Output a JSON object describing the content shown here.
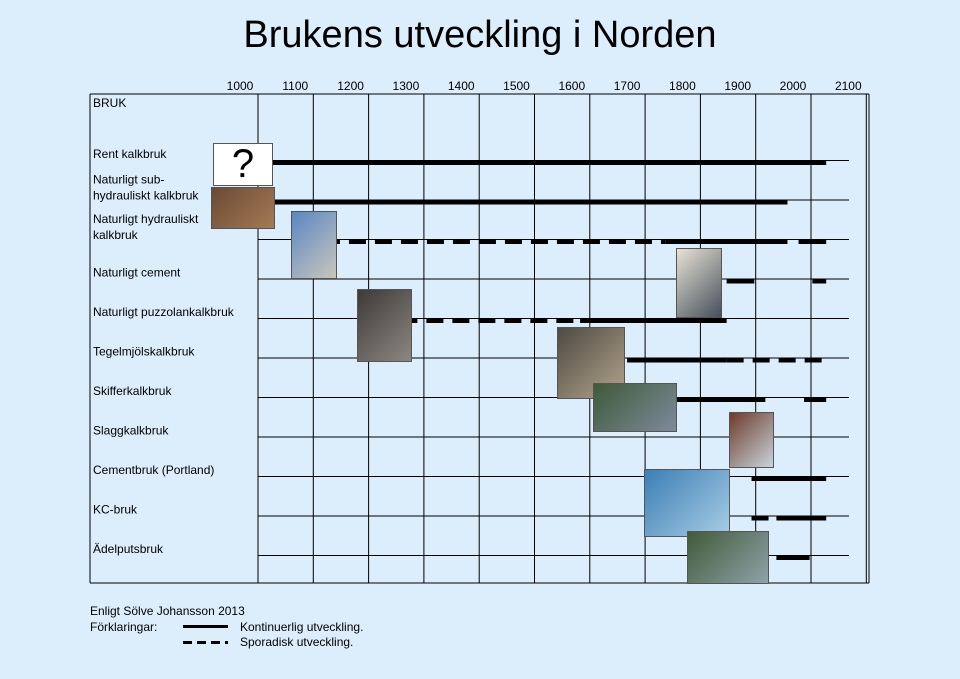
{
  "chart_data": {
    "type": "timeline",
    "title": "Brukens utveckling i Norden",
    "column_header": "BRUK",
    "years": [
      1000,
      1100,
      1200,
      1300,
      1400,
      1500,
      1600,
      1700,
      1800,
      1900,
      2000,
      2100
    ],
    "rows": [
      {
        "label": [
          "Rent kalkbruk"
        ],
        "segments": [
          {
            "from": 1020,
            "to": 2060,
            "style": "solid"
          }
        ]
      },
      {
        "label": [
          "Naturligt sub-",
          "hydrauliskt kalkbruk"
        ],
        "segments": [
          {
            "from": 1020,
            "to": 1990,
            "style": "solid"
          }
        ]
      },
      {
        "label": [
          "Naturligt hydrauliskt",
          "kalkbruk"
        ],
        "segments": [
          {
            "from": 1150,
            "to": 1770,
            "style": "dashed"
          },
          {
            "from": 1770,
            "to": 1990,
            "style": "solid"
          },
          {
            "from": 2010,
            "to": 2060,
            "style": "solid"
          }
        ]
      },
      {
        "label": [
          "Naturligt cement"
        ],
        "segments": [
          {
            "from": 1880,
            "to": 1930,
            "style": "solid"
          },
          {
            "from": 2035,
            "to": 2060,
            "style": "solid"
          }
        ]
      },
      {
        "label": [
          "Naturligt puzzolankalkbruk"
        ],
        "segments": [
          {
            "from": 1290,
            "to": 1615,
            "style": "dashed"
          },
          {
            "from": 1615,
            "to": 1880,
            "style": "solid"
          }
        ]
      },
      {
        "label": [
          "Tegelmjölskalkbruk"
        ],
        "segments": [
          {
            "from": 1700,
            "to": 1880,
            "style": "solid"
          },
          {
            "from": 1880,
            "to": 2060,
            "style": "dashed"
          }
        ]
      },
      {
        "label": [
          "Skifferkalkbruk"
        ],
        "segments": [
          {
            "from": 1790,
            "to": 1950,
            "style": "solid"
          },
          {
            "from": 2020,
            "to": 2060,
            "style": "solid"
          }
        ]
      },
      {
        "label": [
          "Slaggkalkbruk"
        ],
        "segments": []
      },
      {
        "label": [
          "Cementbruk (Portland)"
        ],
        "segments": [
          {
            "from": 1925,
            "to": 2060,
            "style": "solid"
          }
        ]
      },
      {
        "label": [
          "KC-bruk"
        ],
        "segments": [
          {
            "from": 1925,
            "to": 1970,
            "style": "dashed"
          },
          {
            "from": 1970,
            "to": 2060,
            "style": "solid"
          }
        ]
      },
      {
        "label": [
          "Ädelputsbruk"
        ],
        "segments": [
          {
            "from": 1970,
            "to": 2030,
            "style": "solid"
          }
        ]
      }
    ],
    "unknown_marker": "?"
  },
  "footer": {
    "source": "Enligt Sölve Johansson  2013",
    "legend_title": "Förklaringar:",
    "legend_solid": "Kontinuerlig utveckling.",
    "legend_dashed": "Sporadisk utveckling."
  },
  "photos": [
    {
      "name": "excavation-photo",
      "colors": [
        "#6a4a34",
        "#a57a55"
      ]
    },
    {
      "name": "tower-photo",
      "colors": [
        "#5a87c2",
        "#c9c6bd"
      ]
    },
    {
      "name": "stone-wall-photo",
      "colors": [
        "#3d3a37",
        "#8d8781"
      ]
    },
    {
      "name": "interior-window-photo",
      "colors": [
        "#e8e2d6",
        "#44505a"
      ]
    },
    {
      "name": "kiln-building-photo",
      "colors": [
        "#4f4a43",
        "#b2a48a"
      ]
    },
    {
      "name": "canal-photo",
      "colors": [
        "#3f5a3a",
        "#7d8a9a"
      ]
    },
    {
      "name": "church-photo",
      "colors": [
        "#6e3b2b",
        "#c8d4dc"
      ]
    },
    {
      "name": "blue-corridor-photo",
      "colors": [
        "#3c7fb5",
        "#a8cde6"
      ]
    },
    {
      "name": "facade-photo",
      "colors": [
        "#425a3a",
        "#8fa2a8"
      ]
    }
  ]
}
